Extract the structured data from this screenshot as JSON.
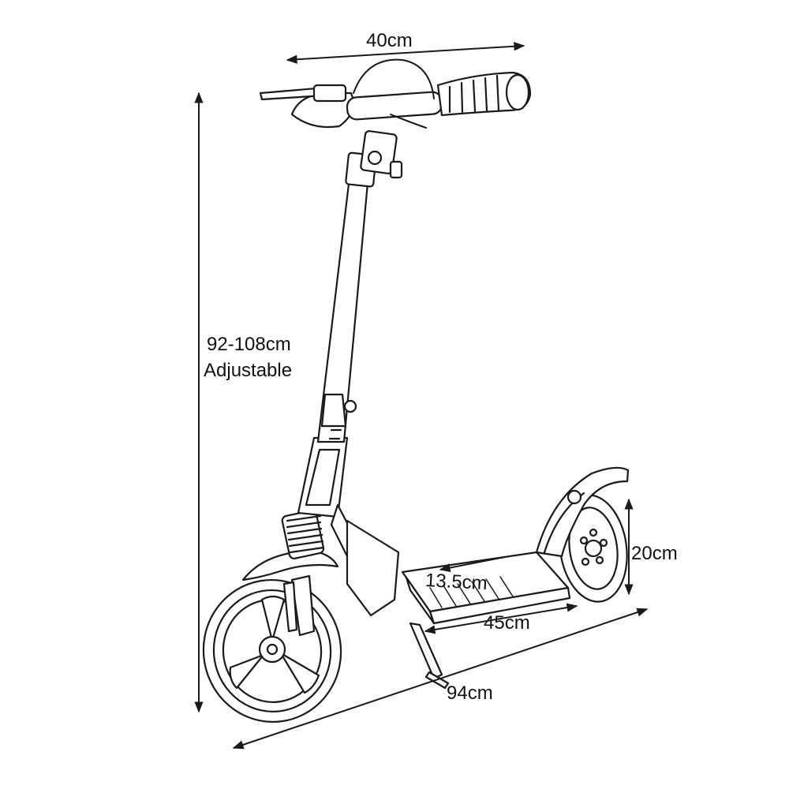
{
  "dimensions": {
    "handlebar_width": "40cm",
    "height_range": "92-108cm",
    "height_note": "Adjustable",
    "rear_wheel": "20cm",
    "deck_width": "13.5cm",
    "deck_length": "45cm",
    "total_length": "94cm"
  },
  "colors": {
    "line": "#1a1a1a",
    "fill": "#ffffff",
    "text": "#111111"
  }
}
